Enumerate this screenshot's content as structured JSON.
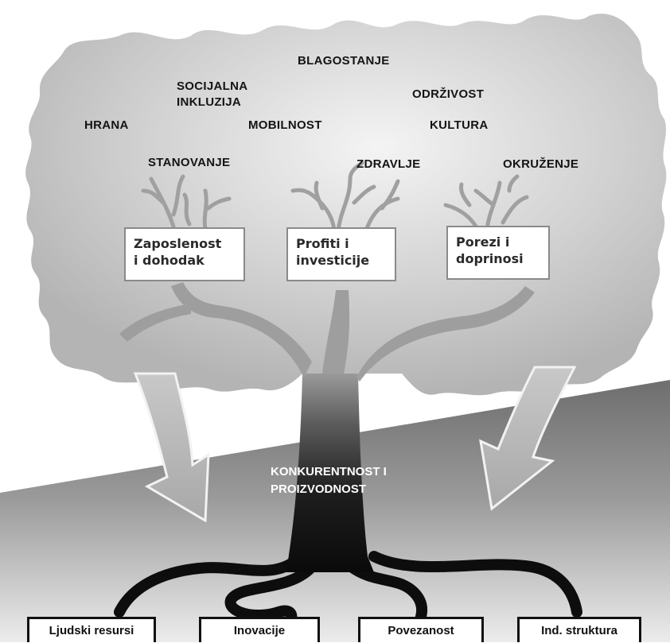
{
  "canopy_labels": {
    "blagostanje": "BLAGOSTANJE",
    "socijalna_1": "SOCIJALNA",
    "socijalna_2": "INKLUZIJA",
    "odrzivost": "ODRŽIVOST",
    "hrana": "HRANA",
    "mobilnost": "MOBILNOST",
    "kultura": "KULTURA",
    "stanovanje": "STANOVANJE",
    "zdravlje": "ZDRAVLJE",
    "okruzenje": "OKRUŽENJE"
  },
  "branch_boxes": [
    {
      "line1": "Zaposlenost",
      "line2": "i dohodak"
    },
    {
      "line1": "Profiti i",
      "line2": "investicije"
    },
    {
      "line1": "Porezi i",
      "line2": "doprinosi"
    }
  ],
  "trunk_label": {
    "line1": "KONKURENTNOST I",
    "line2": "PROIZVODNOST"
  },
  "root_boxes": [
    "Ljudski resursi",
    "Inovacije",
    "Povezanost",
    "Ind. struktura"
  ],
  "colors": {
    "canopy": "#cdcdcd",
    "trunk": "#1a1a1a",
    "ground": "#8c8c8c",
    "arrow": "#b5b5b5"
  }
}
